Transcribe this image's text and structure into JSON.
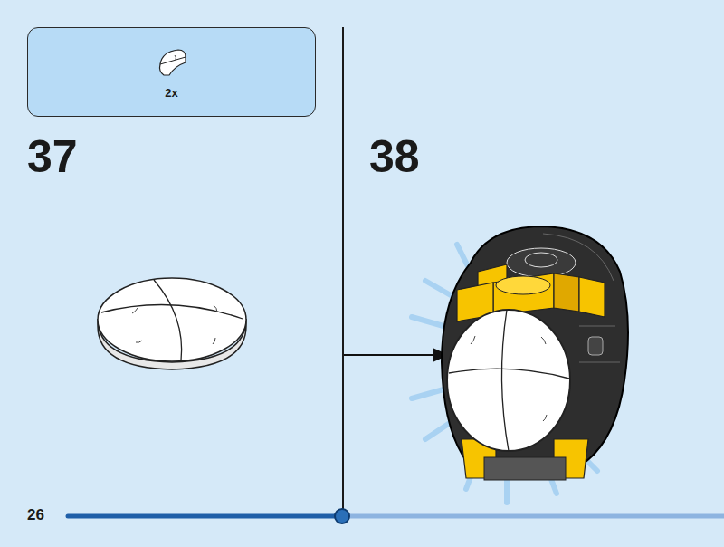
{
  "diagram": {
    "nodes": [
      {
        "text": [
          "2x"
        ]
      }
    ],
    "labels": [
      "37",
      "38",
      "26"
    ]
  }
}
